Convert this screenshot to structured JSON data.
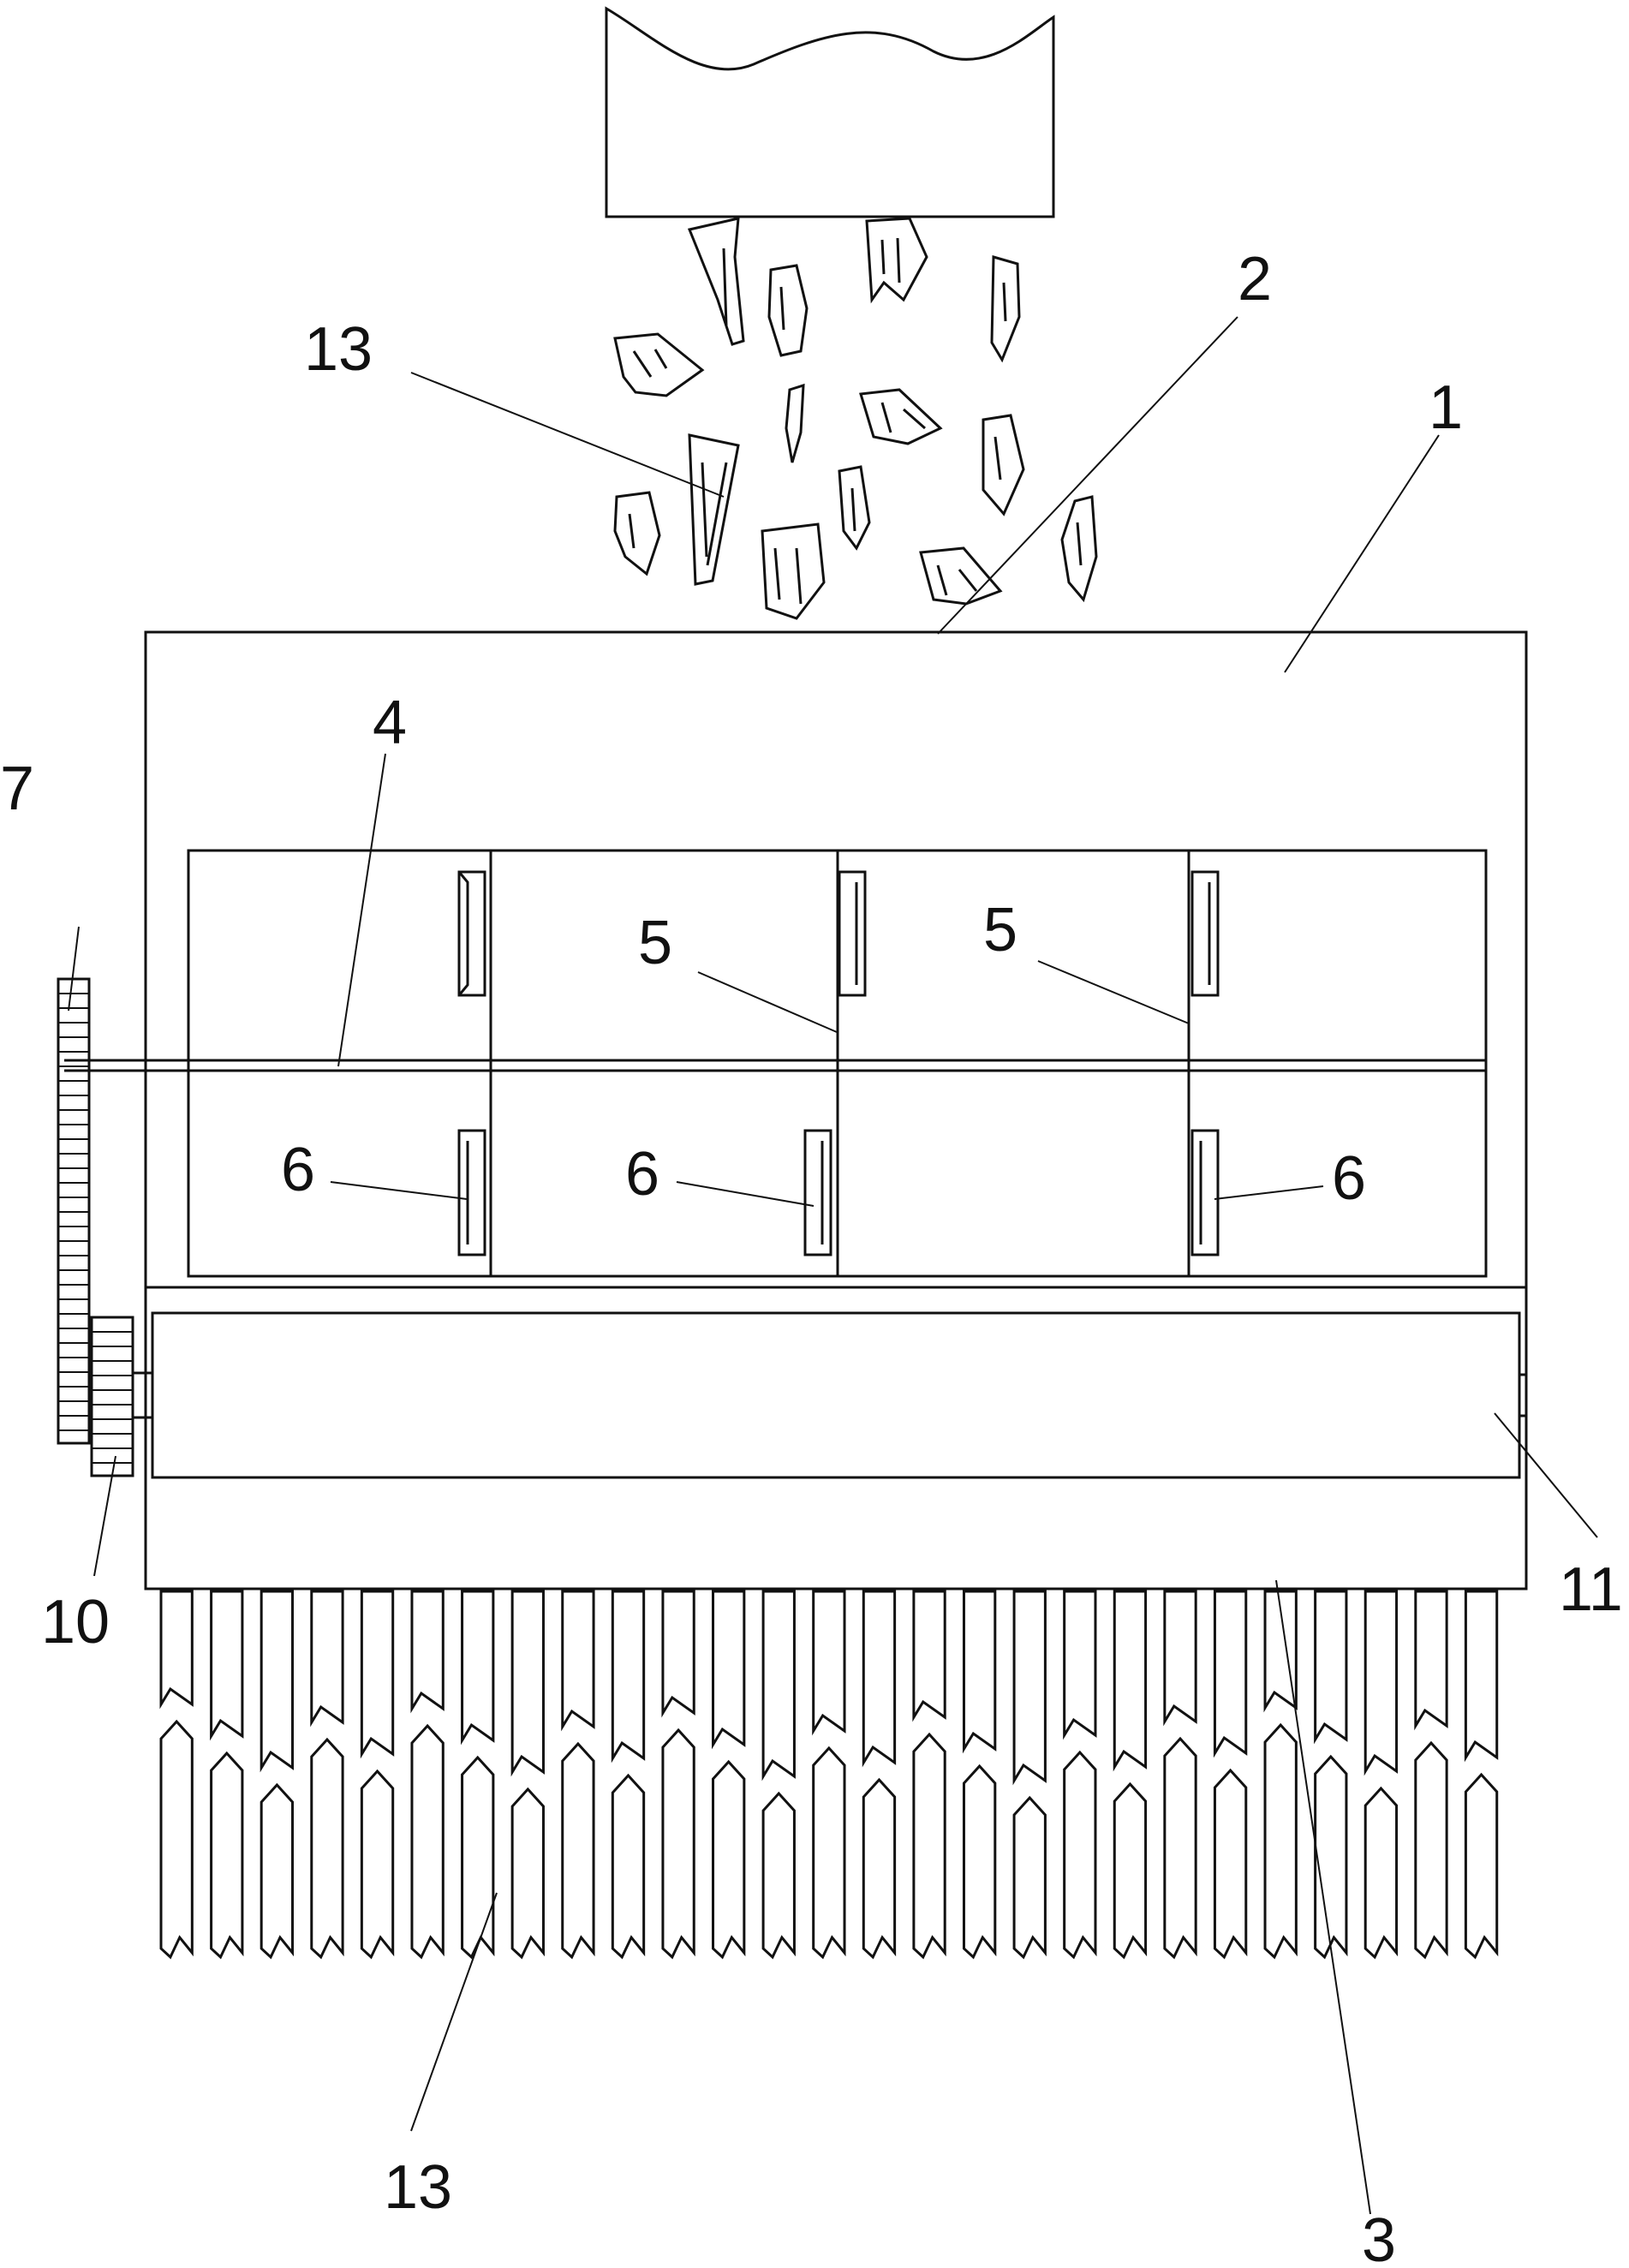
{
  "colors": {
    "ink": "#111111",
    "paper": "#ffffff"
  },
  "labels": {
    "housing": "1",
    "inlet": "2",
    "outlet": "3",
    "shaft": "4",
    "roller_5a": "5",
    "roller_5b": "5",
    "blade_6a": "6",
    "blade_6b": "6",
    "blade_6c": "6",
    "large_gear": "7",
    "small_gear": "10",
    "lower_roller": "11",
    "material_top": "13",
    "material_bottom": "13"
  }
}
